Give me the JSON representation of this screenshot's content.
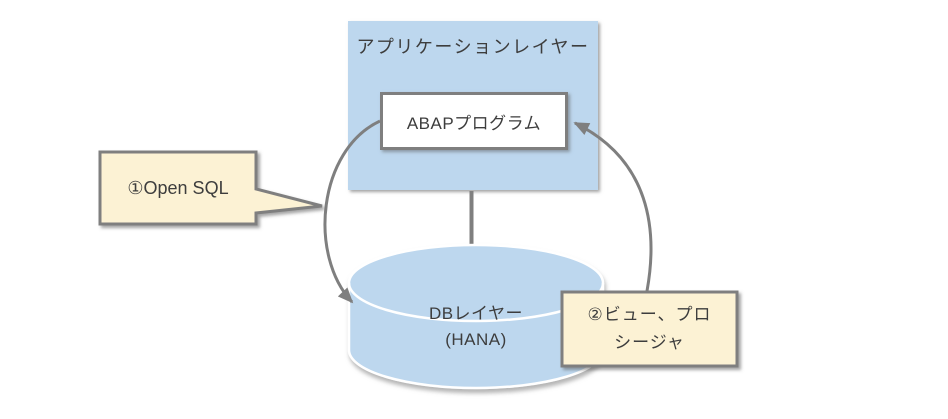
{
  "diagram": {
    "application_layer": {
      "label": "アプリケーションレイヤー"
    },
    "abap_program": {
      "label": "ABAPプログラム"
    },
    "db_layer": {
      "line1": "DBレイヤー",
      "line2": "(HANA)"
    },
    "callout_open_sql": {
      "label": "①Open SQL"
    },
    "callout_view_procedure": {
      "line1": "②ビュー、プロ",
      "line2": "シージャ"
    },
    "colors": {
      "layer_fill": "#BDD7EE",
      "callout_fill": "#FCF2D4",
      "outline_gray": "#7F7F7F",
      "cylinder_outline": "#FFFFFF",
      "text": "#3D3D3D",
      "background": "#FFFFFF"
    }
  }
}
